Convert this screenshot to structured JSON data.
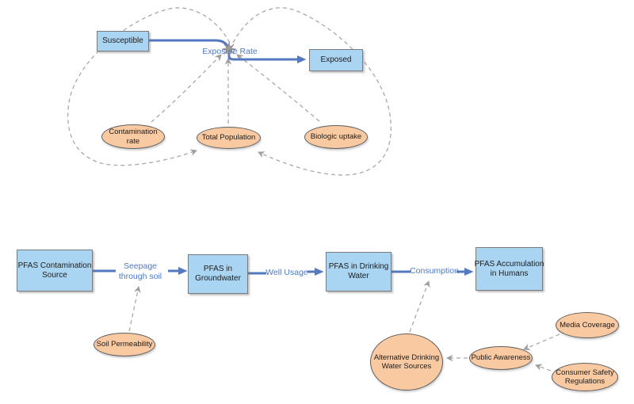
{
  "colors": {
    "stock_fill": "#a9d4f2",
    "stock_border": "#7b7b7b",
    "variable_fill": "#f9c9a1",
    "variable_border": "#5f5f5f",
    "flow_blue": "#5379c0",
    "flow_label_blue": "#4b79c8",
    "link_gray": "#a9a9a9",
    "valve_gray": "#9b9b9b"
  },
  "top_diagram": {
    "stocks": [
      {
        "label": "Susceptible"
      },
      {
        "label": "Exposed"
      }
    ],
    "flow_label": "Exposure Rate",
    "variables": [
      {
        "label": "Contamination\nrate"
      },
      {
        "label": "Total Population"
      },
      {
        "label": "Biologic uptake"
      }
    ]
  },
  "bottom_diagram": {
    "stocks": [
      {
        "label": "PFAS Contamination\nSource"
      },
      {
        "label": "PFAS in\nGroundwater"
      },
      {
        "label": "PFAS in Drinking\nWater"
      },
      {
        "label": "PFAS Accumulation\nin Humans"
      }
    ],
    "flow_labels": [
      {
        "label": "Seepage\nthrough soil"
      },
      {
        "label": "Well Usage"
      },
      {
        "label": "Consumption"
      }
    ],
    "variables": [
      {
        "label": "Soil Permeability"
      },
      {
        "label": "Alternative Drinking\nWater Sources"
      },
      {
        "label": "Public Awareness"
      },
      {
        "label": "Media Coverage"
      },
      {
        "label": "Consumer Safety\nRegulations"
      }
    ]
  }
}
